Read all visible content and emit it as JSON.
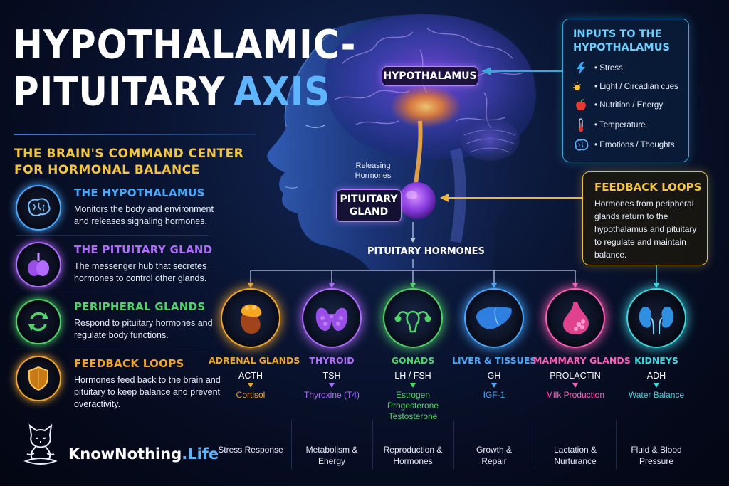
{
  "title": {
    "line1": "HYPOTHALAMIC-",
    "line2": "PITUITARY",
    "line2_accent": "AXIS"
  },
  "subtitle": "THE BRAIN'S COMMAND CENTER FOR HORMONAL BALANCE",
  "legend": [
    {
      "title": "THE HYPOTHALAMUS",
      "desc": "Monitors the body and environment and releases signaling hormones.",
      "color": "#4aa8ff",
      "icon": "brain-icon"
    },
    {
      "title": "THE PITUITARY GLAND",
      "desc": "The messenger hub that secretes hormones to control other glands.",
      "color": "#b06cff",
      "icon": "pituitary-icon"
    },
    {
      "title": "PERIPHERAL GLANDS",
      "desc": "Respond to pituitary hormones and regulate body functions.",
      "color": "#52d26a",
      "icon": "cycle-arrows-icon"
    },
    {
      "title": "FEEDBACK LOOPS",
      "desc": "Hormones feed back to the brain and pituitary to keep balance and prevent overactivity.",
      "color": "#f0a530",
      "icon": "shield-icon"
    }
  ],
  "diagram": {
    "hypothalamus_label": "HYPOTHALAMUS",
    "releasing_label": "Releasing Hormones",
    "pituitary_label": "PITUITARY GLAND",
    "pituitary_hormones_label": "PITUITARY HORMONES"
  },
  "inputs": {
    "title": "INPUTS TO THE HYPOTHALAMUS",
    "items": [
      {
        "label": "• Stress",
        "icon": "lightning-icon"
      },
      {
        "label": "• Light / Circadian cues",
        "icon": "sun-moon-icon"
      },
      {
        "label": "• Nutrition / Energy",
        "icon": "apple-icon"
      },
      {
        "label": "• Temperature",
        "icon": "thermometer-icon"
      },
      {
        "label": "• Emotions / Thoughts",
        "icon": "brain-icon"
      }
    ]
  },
  "feedback": {
    "title": "FEEDBACK LOOPS",
    "desc": "Hormones from peripheral glands return to the hypothalamus and pituitary to regulate and maintain balance."
  },
  "glands": [
    {
      "name": "ADRENAL GLANDS",
      "hormone": "ACTH",
      "product": "Cortisol",
      "effect": "Stress Response",
      "color": "#f0a530",
      "icon": "adrenal-icon"
    },
    {
      "name": "THYROID",
      "hormone": "TSH",
      "product": "Thyroxine (T4)",
      "effect": "Metabolism & Energy",
      "color": "#b06cff",
      "icon": "thyroid-icon"
    },
    {
      "name": "GONADS",
      "hormone": "LH / FSH",
      "product": "Estrogen Progesterone Testosterone",
      "effect": "Reproduction & Hormones",
      "color": "#52d26a",
      "icon": "uterus-icon"
    },
    {
      "name": "LIVER & TISSUES",
      "hormone": "GH",
      "product": "IGF-1",
      "effect": "Growth & Repair",
      "color": "#4aa8ff",
      "icon": "liver-icon"
    },
    {
      "name": "MAMMARY GLANDS",
      "hormone": "PROLACTIN",
      "product": "Milk Production",
      "effect": "Lactation & Nurturance",
      "color": "#ff5fb8",
      "icon": "mammary-icon"
    },
    {
      "name": "KIDNEYS",
      "hormone": "ADH",
      "product": "Water Balance",
      "effect": "Fluid & Blood Pressure",
      "color": "#3fd6e0",
      "icon": "kidneys-icon"
    }
  ],
  "brand": {
    "name": "KnowNothing",
    "tld": ".Life"
  }
}
